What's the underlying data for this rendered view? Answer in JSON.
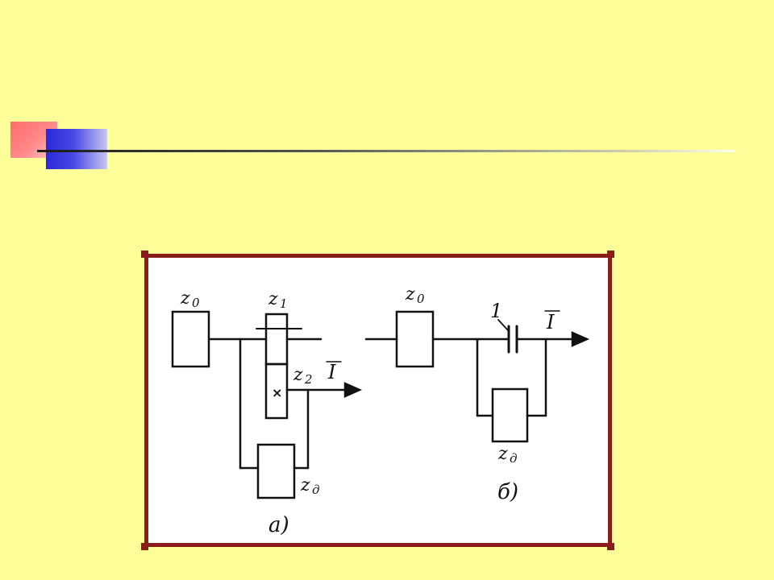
{
  "figure": {
    "left_circuit": {
      "labels": {
        "z0": "z",
        "z0_sub": "0",
        "z1": "z",
        "z1_sub": "1",
        "z2": "z",
        "z2_sub": "2",
        "zd": "z",
        "zd_sub": "д",
        "current": "I",
        "cross": "×"
      },
      "caption": "а)"
    },
    "right_circuit": {
      "labels": {
        "z0": "z",
        "z0_sub": "0",
        "zd": "z",
        "zd_sub": "д",
        "current": "I",
        "capacitor_tag": "1"
      },
      "caption": "б)"
    }
  },
  "colors": {
    "background": "#ffff99",
    "frame": "#8b1c1c",
    "accent_red": "#ff6b6b",
    "accent_blue": "#2a2ad8"
  }
}
